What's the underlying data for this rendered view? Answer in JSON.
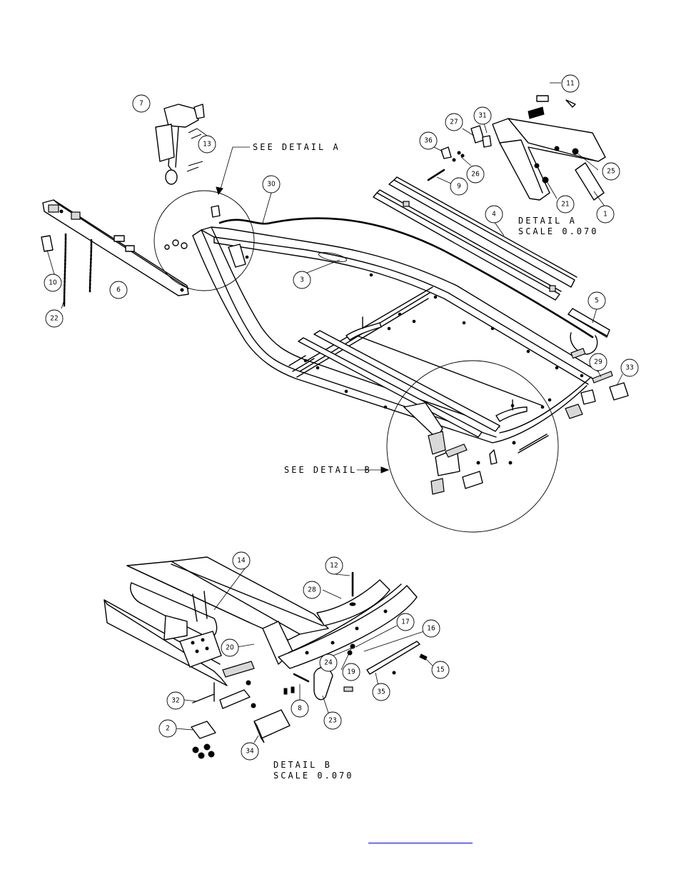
{
  "notes": {
    "detail_a_ref": "SEE DETAIL  A",
    "detail_b_ref": "SEE DETAIL  B",
    "detail_a_title": "DETAIL  A",
    "detail_a_scale": "SCALE  0.070",
    "detail_b_title": "DETAIL  B",
    "detail_b_scale": "SCALE  0.070"
  },
  "balloons": {
    "b1": "1",
    "b2": "2",
    "b3": "3",
    "b4": "4",
    "b5": "5",
    "b6": "6",
    "b7": "7",
    "b8": "8",
    "b9": "9",
    "b10": "10",
    "b11": "11",
    "b12": "12",
    "b13": "13",
    "b14": "14",
    "b15": "15",
    "b16": "16",
    "b17": "17",
    "b19": "19",
    "b20": "20",
    "b21": "21",
    "b22": "22",
    "b23": "23",
    "b24": "24",
    "b25": "25",
    "b26": "26",
    "b27": "27",
    "b28": "28",
    "b29": "29",
    "b30": "30",
    "b31": "31",
    "b32": "32",
    "b33": "33",
    "b34": "34",
    "b35": "35",
    "b36": "36"
  }
}
